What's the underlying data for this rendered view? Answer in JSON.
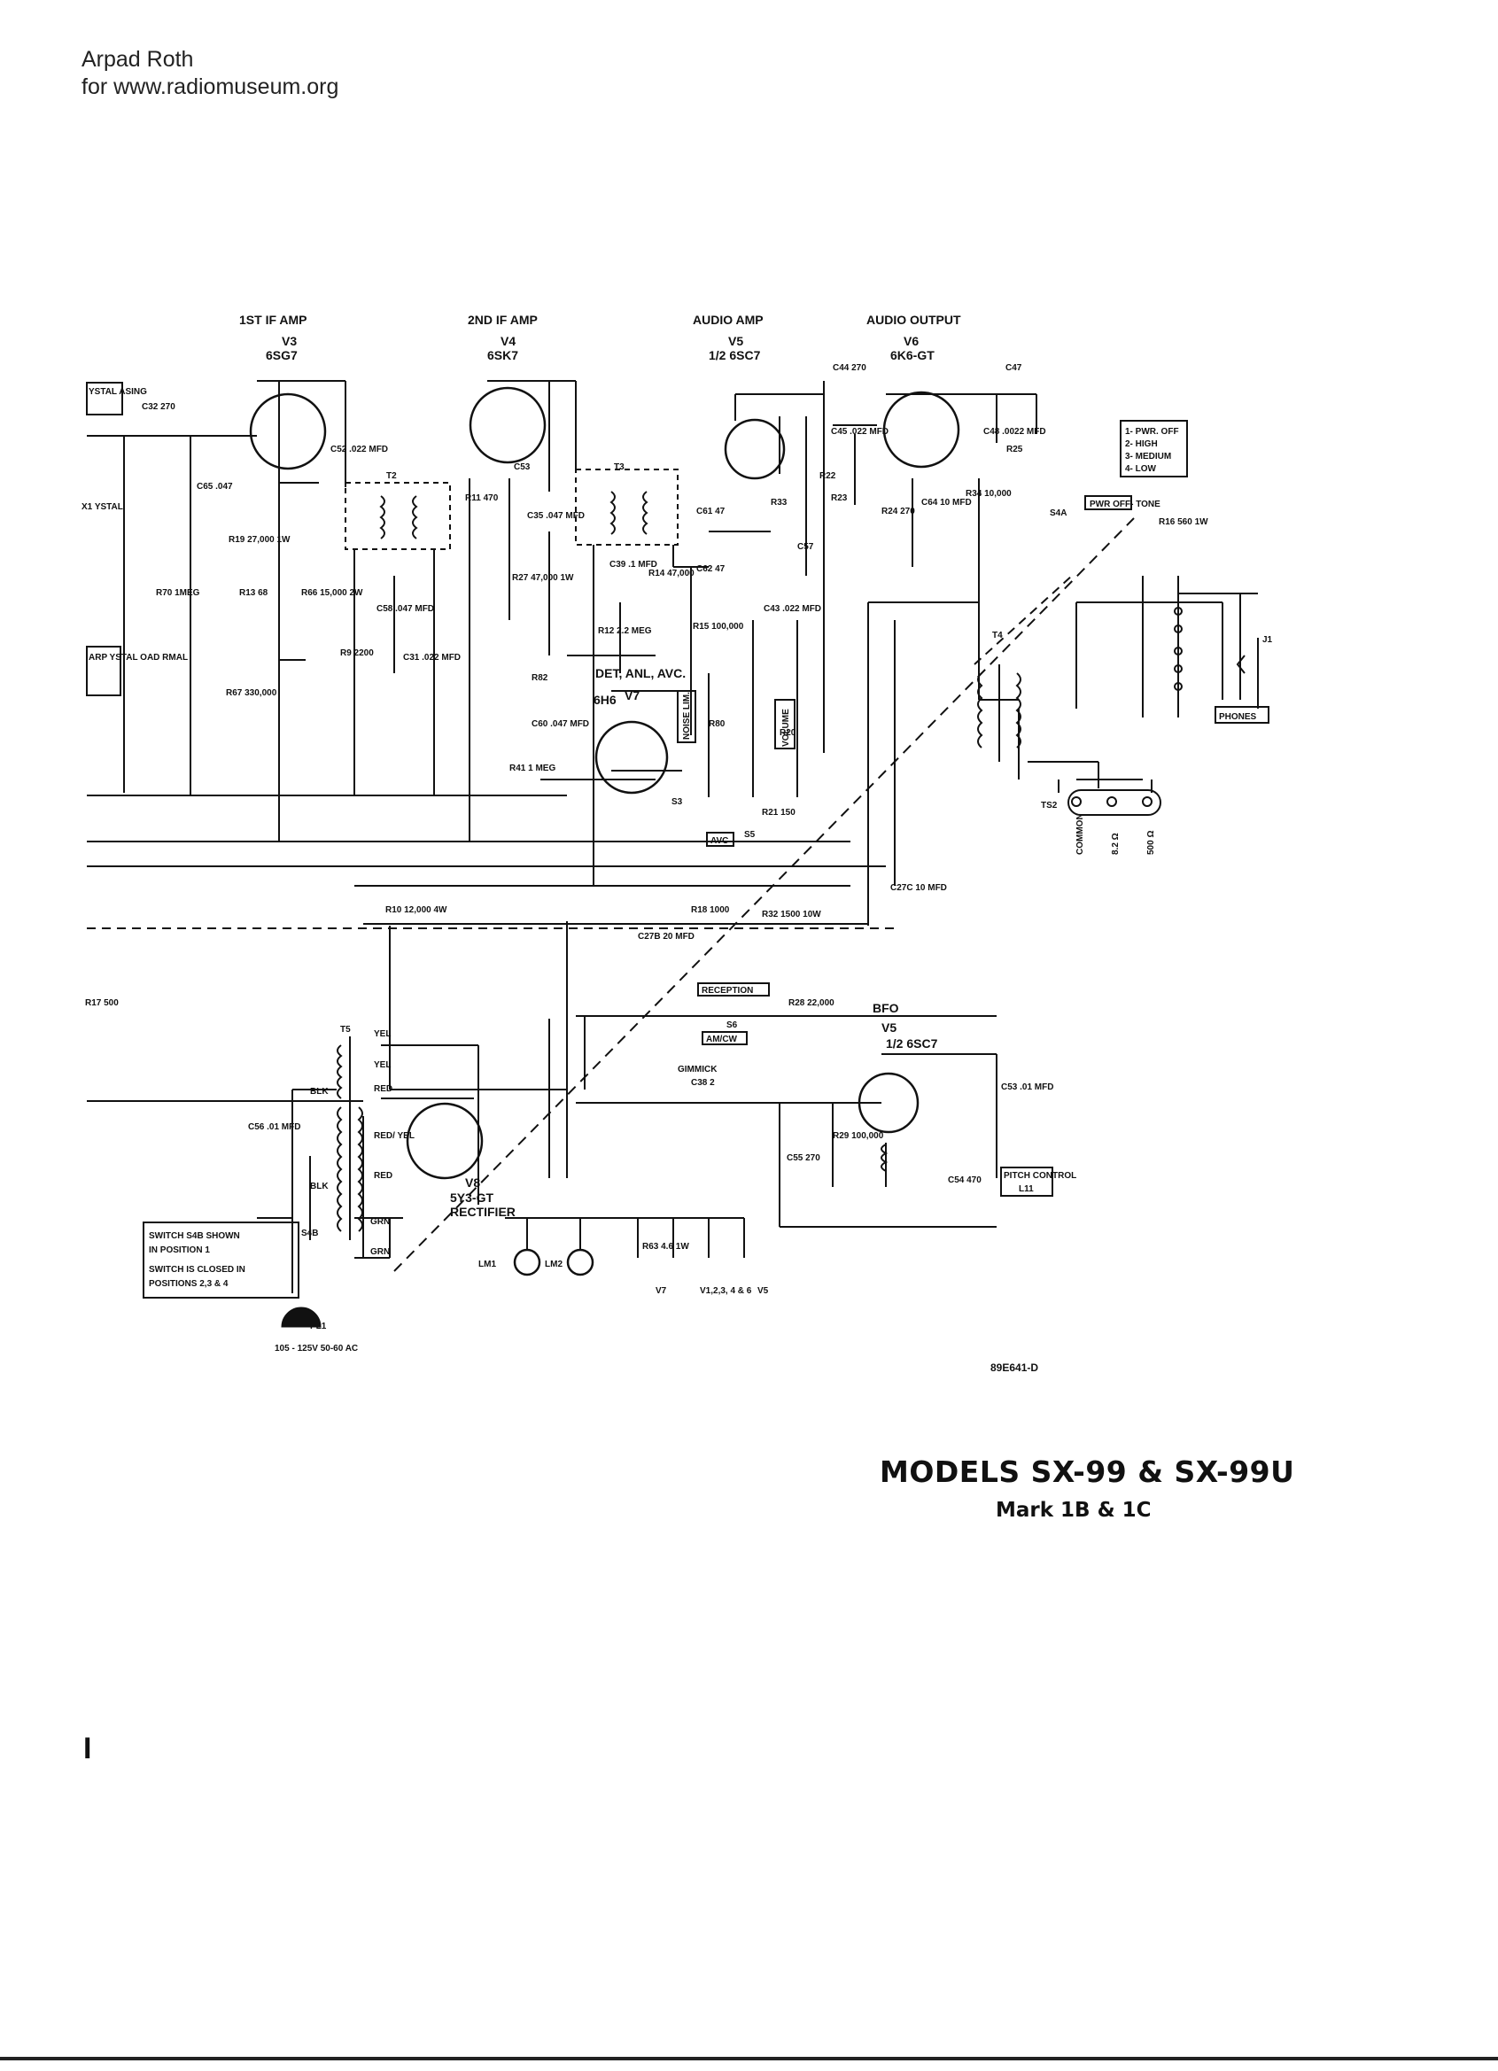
{
  "credit": {
    "line1": "Arpad Roth",
    "line2": "for www.radiomuseum.org"
  },
  "stages": [
    {
      "title": "1ST IF AMP",
      "tube": "V3",
      "type": "6SG7"
    },
    {
      "title": "2ND IF AMP",
      "tube": "V4",
      "type": "6SK7"
    },
    {
      "title": "AUDIO AMP",
      "tube": "V5",
      "type": "1/2 6SC7"
    },
    {
      "title": "AUDIO OUTPUT",
      "tube": "V6",
      "type": "6K6-GT"
    }
  ],
  "tubes_lower": {
    "det": {
      "title": "DET, ANL, AVC.",
      "tube": "V7",
      "type": "6H6"
    },
    "bfo": {
      "title": "BFO",
      "tube": "V5",
      "type": "1/2 6SC7"
    },
    "rect": {
      "tube": "V8",
      "type": "5Y3-GT",
      "title": "RECTIFIER"
    }
  },
  "boxed_labels": {
    "crystal_phasing": "YSTAL ASING",
    "crystal_load": "ARP YSTAL OAD RMAL",
    "pwr_tone": "PWR OFF- TONE",
    "tone_positions": [
      "1- PWR. OFF",
      "2- HIGH",
      "3- MEDIUM",
      "4- LOW"
    ],
    "phones": "PHONES",
    "noise_lim": "NOISE LIM.",
    "volume": "VOLUME",
    "avc": "AVC",
    "reception": "RECEPTION",
    "am_cw": "AM/CW",
    "pitch_control": "PITCH CONTROL",
    "pitch_l": "L11",
    "switch_note": [
      "SWITCH S4B SHOWN",
      "IN POSITION 1",
      "SWITCH IS CLOSED IN",
      "POSITIONS 2,3 & 4"
    ]
  },
  "components": {
    "C32": "C32 270",
    "C65": "C65 .047",
    "R70": "R70 1MEG",
    "X1": "X1 YSTAL",
    "R19": "R19 27,000 1W",
    "R13": "R13 68",
    "R66": "R66 15,000 2W",
    "R67": "R67 330,000",
    "C52": "C52 .022 MFD",
    "C58": "C58 .047 MFD",
    "C31": "C31 .022 MFD",
    "R9": "R9 2200",
    "T2": "T2",
    "T3": "T3",
    "T4": "T4",
    "T5": "T5",
    "R11": "R11 470",
    "C53": "C53",
    "C35": "C35 .047 MFD",
    "R27": "R27 47,000 1W",
    "R82": "R82",
    "C60": "C60 .047 MFD",
    "R41": "R41 1 MEG",
    "C39": "C39 .1 MFD",
    "R14": "R14 47,000",
    "R12": "R12 2.2 MEG",
    "C61": "C61 47",
    "C62": "C62 47",
    "R15": "R15 100,000",
    "R33": "R33",
    "C43": "C43 .022 MFD",
    "R80": "R80",
    "R20": "R20",
    "C44": "C44 270",
    "C45": "C45 .022 MFD",
    "R22": "R22",
    "R23": "R23",
    "C57": "C57",
    "R24": "R24 270",
    "C64": "C64 10 MFD",
    "R34": "R34 10,000",
    "C47": "C47",
    "C48": "C48 .0022 MFD",
    "R25": "R25",
    "R16": "R16 560 1W",
    "J1": "J1",
    "S4A": "S4A",
    "S3": "S3",
    "S5": "S5",
    "R21": "R21 150",
    "S6": "S6",
    "R10": "R10 12,000 4W",
    "R18": "R18 1000",
    "R32": "R32 1500 10W",
    "C27C": "C27C 10 MFD",
    "C27B": "C27B 20 MFD",
    "R17": "R17 500",
    "R28": "R28 22,000",
    "C38": "C38 2",
    "GIMMICK": "GIMMICK",
    "R29": "R29 100,000",
    "C55": "C55 270",
    "C53b": "C53 .01 MFD",
    "C54": "C54 470",
    "C56": "C56 .01 MFD",
    "S4B": "S4B",
    "PL1": "PL1",
    "mains": "105 - 125V 50-60 AC",
    "LM1": "LM1",
    "LM2": "LM2",
    "R63": "R63 4.6 1W",
    "TS2": "TS2",
    "ts_terms": [
      "COMMON",
      "8.2 Ω",
      "500 Ω"
    ],
    "heaters": [
      "V7",
      "V1,2,3, 4 & 6",
      "V5"
    ],
    "wire_colors": [
      "YEL",
      "YEL",
      "RED",
      "RED/ YEL",
      "RED",
      "BLK",
      "BLK",
      "GRN",
      "GRN"
    ]
  },
  "drawing_number": "89E641-D",
  "title": {
    "model": "MODELS SX-99 & SX-99U",
    "mark": "Mark 1B & 1C"
  },
  "page_mark": "I"
}
